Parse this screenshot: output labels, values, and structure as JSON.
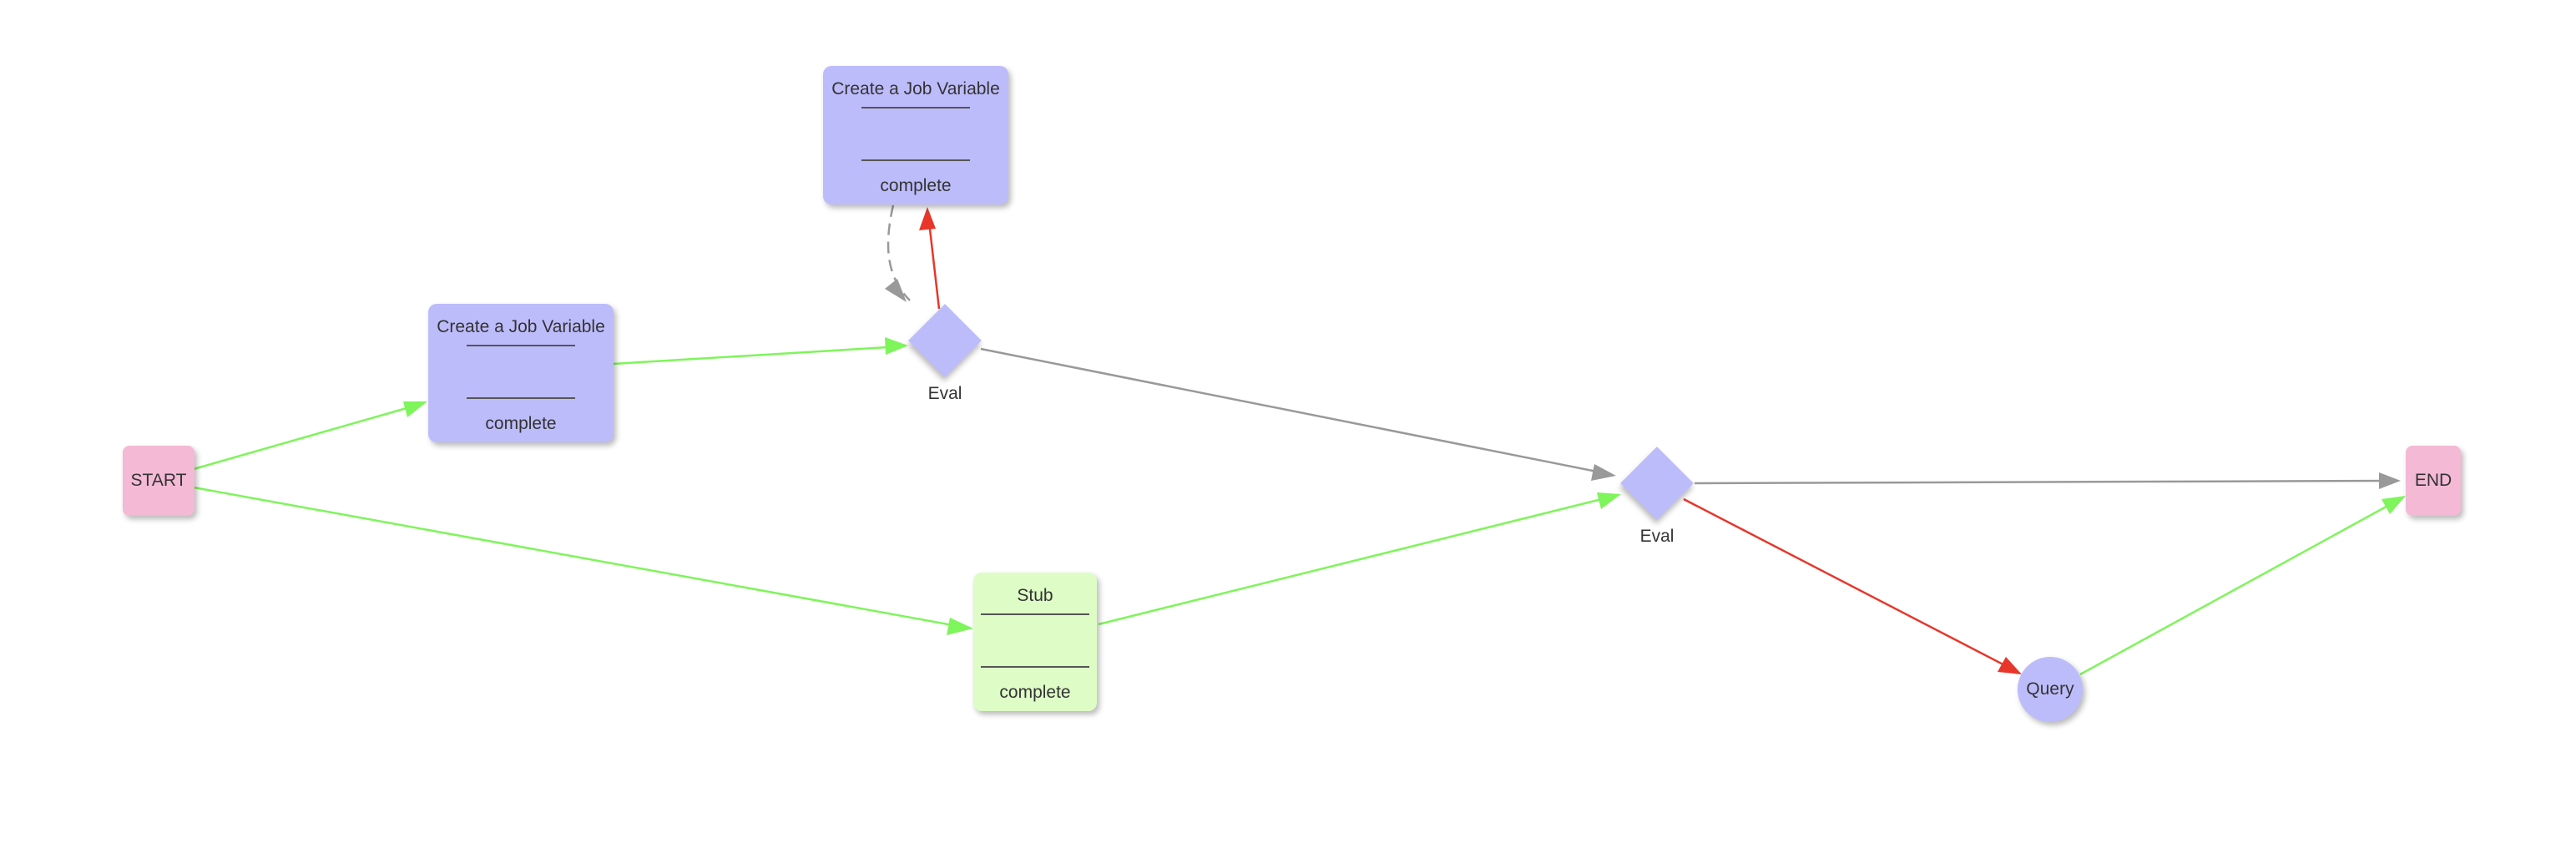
{
  "nodes": {
    "start": {
      "label": "START"
    },
    "end": {
      "label": "END"
    },
    "job_var_1": {
      "title": "Create a Job Variable",
      "status": "complete"
    },
    "job_var_2": {
      "title": "Create a Job Variable",
      "status": "complete"
    },
    "stub": {
      "title": "Stub",
      "status": "complete"
    },
    "eval_1": {
      "label": "Eval"
    },
    "eval_2": {
      "label": "Eval"
    },
    "query": {
      "label": "Query"
    }
  },
  "edges": [
    {
      "from": "start",
      "to": "job_var_1",
      "color": "#7ef55a"
    },
    {
      "from": "start",
      "to": "stub",
      "color": "#7ef55a"
    },
    {
      "from": "job_var_1",
      "to": "eval_1",
      "color": "#7ef55a"
    },
    {
      "from": "eval_1",
      "to": "job_var_2",
      "color": "#e8362a"
    },
    {
      "from": "job_var_2",
      "to": "eval_1",
      "color": "#999999",
      "style": "dashed"
    },
    {
      "from": "eval_1",
      "to": "eval_2",
      "color": "#999999"
    },
    {
      "from": "stub",
      "to": "eval_2",
      "color": "#7ef55a"
    },
    {
      "from": "eval_2",
      "to": "end",
      "color": "#999999"
    },
    {
      "from": "eval_2",
      "to": "query",
      "color": "#e8362a"
    },
    {
      "from": "query",
      "to": "end",
      "color": "#7ef55a"
    }
  ],
  "colors": {
    "success_edge": "#7ef55a",
    "failure_edge": "#e8362a",
    "default_edge": "#999999",
    "task_blue": "#bdbcfb",
    "task_green": "#ddfcc6",
    "terminal_pink": "#f4b9d4"
  }
}
